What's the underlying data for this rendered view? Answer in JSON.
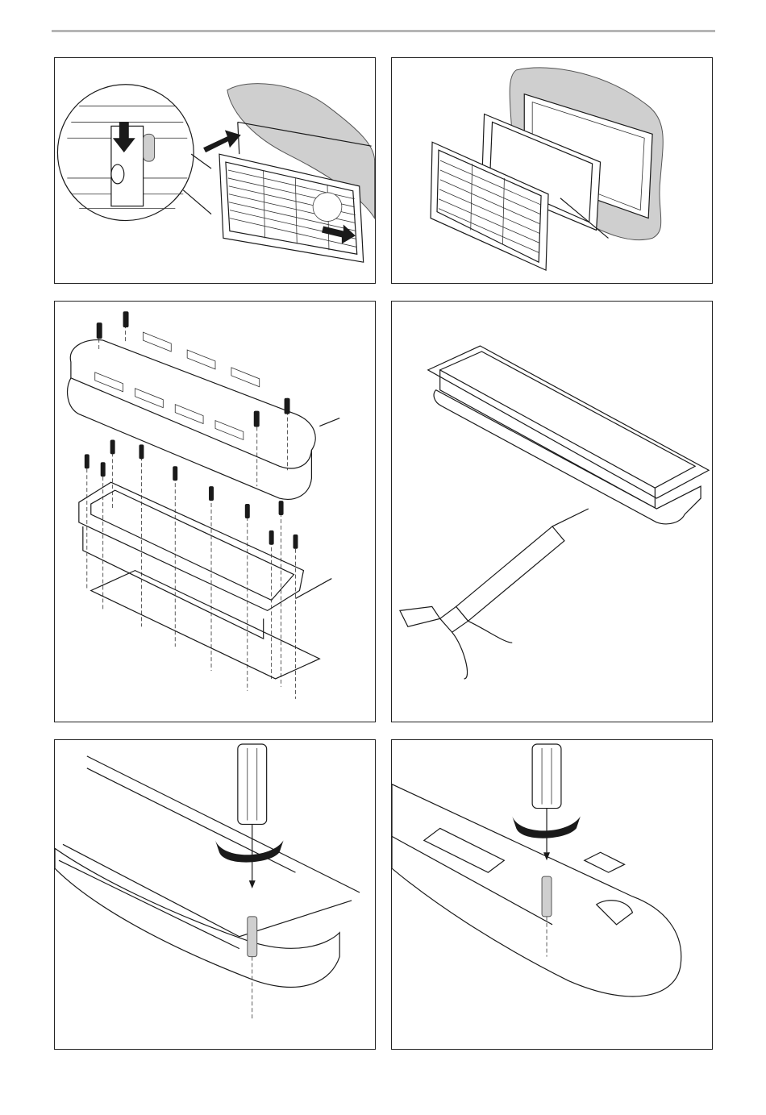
{
  "page": {
    "header_rule_color": "#b5b5b5",
    "line_color": "#1a1a1a",
    "wall_color": "#cfcfcf"
  },
  "figures": [
    {
      "id": 1,
      "icon": "remove-grille-illustration"
    },
    {
      "id": 2,
      "icon": "grille-and-frame-exploded-illustration"
    },
    {
      "id": 3,
      "icon": "cover-frame-screws-exploded-illustration"
    },
    {
      "id": 4,
      "icon": "sealant-gun-frame-illustration"
    },
    {
      "id": 5,
      "icon": "screwdriver-frame-screw-illustration"
    },
    {
      "id": 6,
      "icon": "screwdriver-cover-screw-illustration"
    }
  ]
}
